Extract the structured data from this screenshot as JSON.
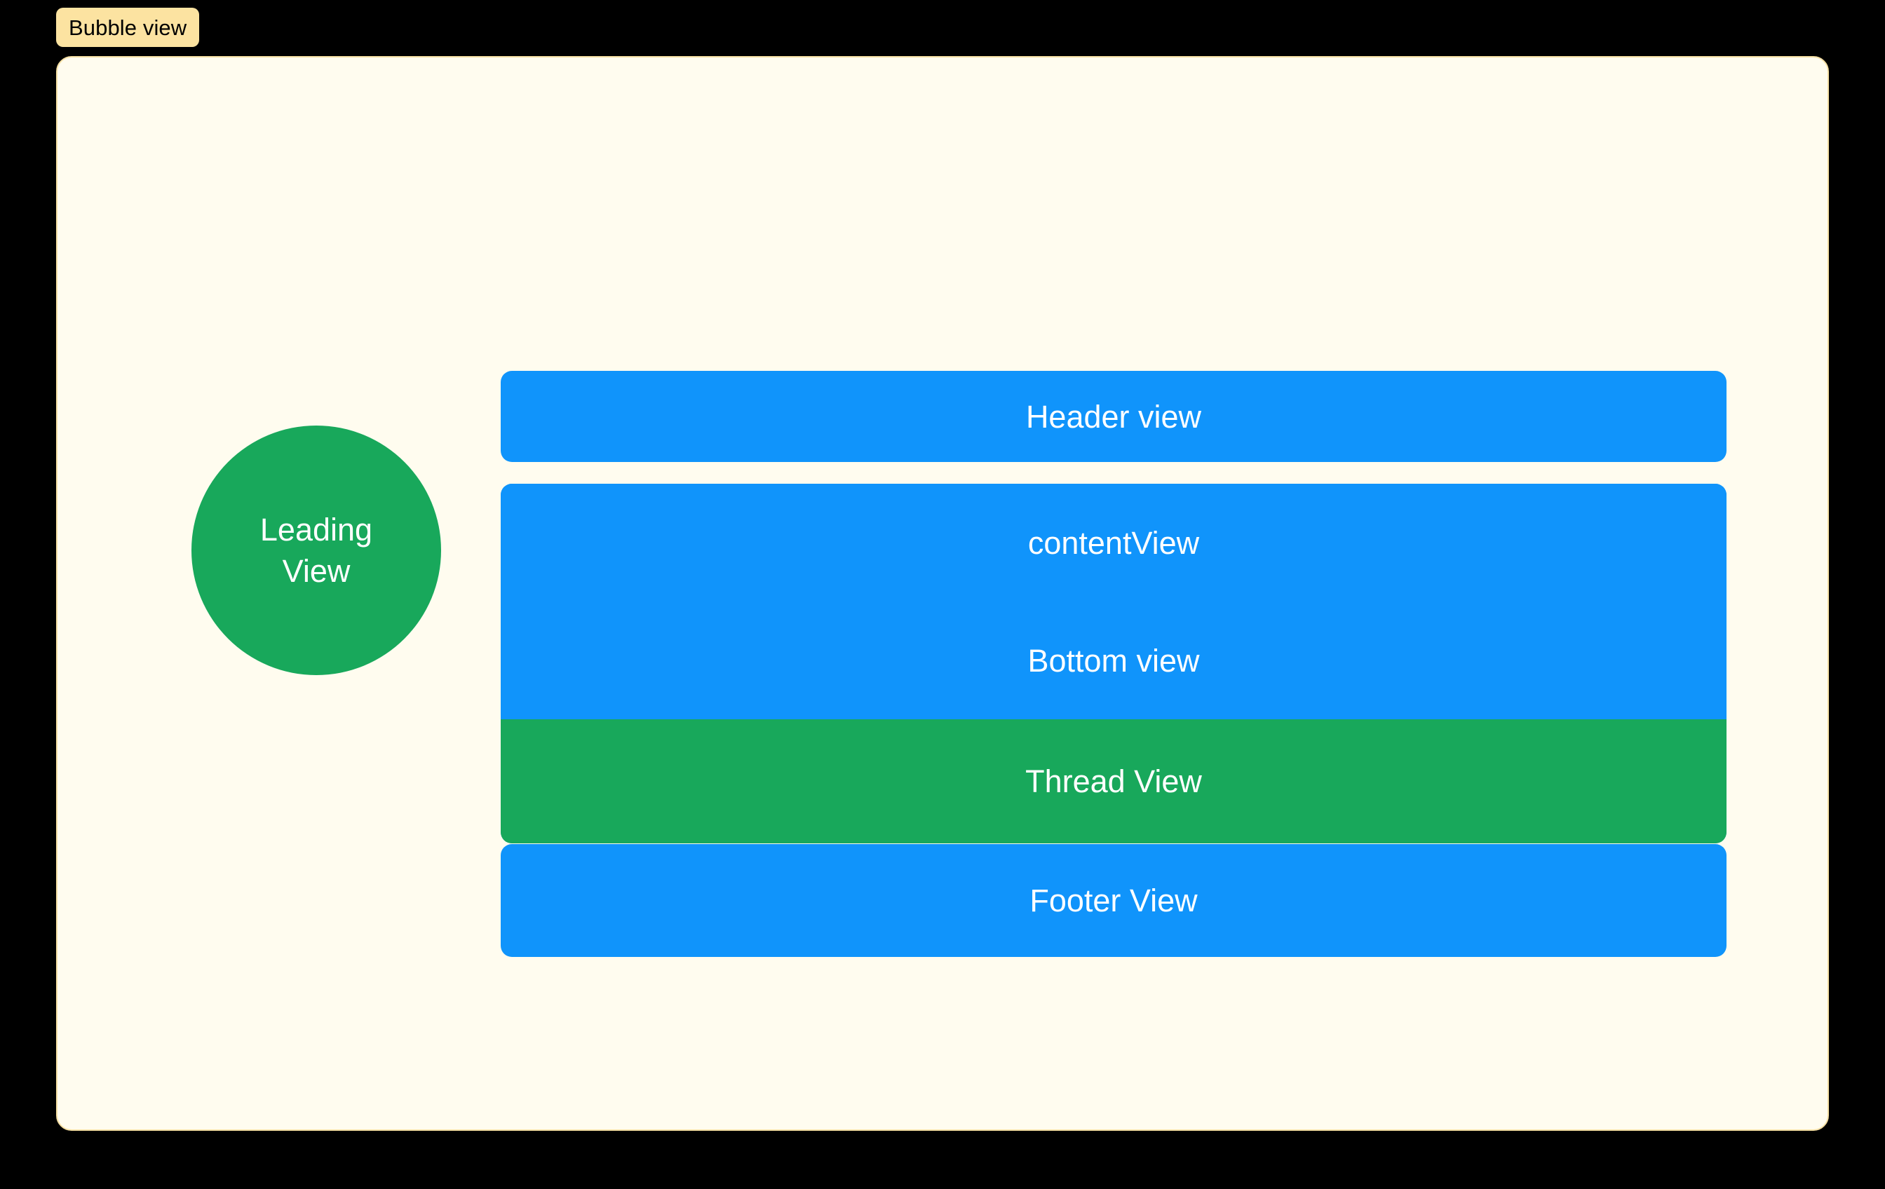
{
  "badge": {
    "label": "Bubble view",
    "bg_color": "#FCE3A1",
    "text_color": "#000000"
  },
  "canvas": {
    "bg_color": "#FFFCEF",
    "border_color": "#F6E0A4"
  },
  "colors": {
    "background": "#000000",
    "blue": "#1094FB",
    "green": "#18A85B",
    "white": "#FFFFFF"
  },
  "leading": {
    "line1": "Leading",
    "line2": "View",
    "color": "#18A85B"
  },
  "stack": {
    "header": {
      "label": "Header view",
      "color": "#1094FB"
    },
    "content": {
      "label": "contentView",
      "color": "#1094FB"
    },
    "bottom": {
      "label": "Bottom view",
      "color": "#1094FB"
    },
    "thread": {
      "label": "Thread View",
      "color": "#18A85B"
    },
    "footer": {
      "label": "Footer View",
      "color": "#1094FB"
    }
  }
}
